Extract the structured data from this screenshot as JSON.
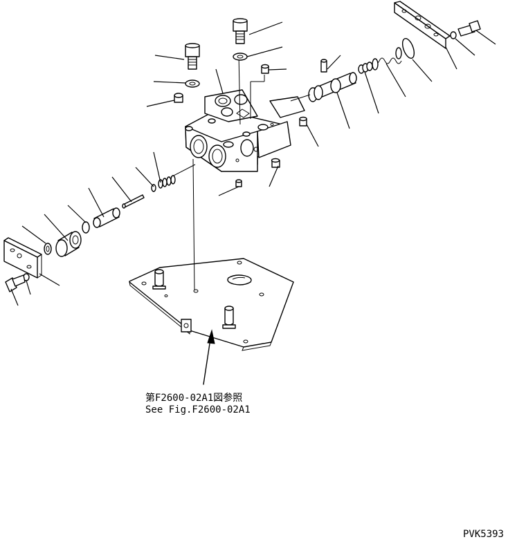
{
  "diagram": {
    "reference_jp": "第F2600-02A1図参照",
    "reference_en": "See Fig.F2600-02A1",
    "drawing_code": "PVK5393"
  }
}
